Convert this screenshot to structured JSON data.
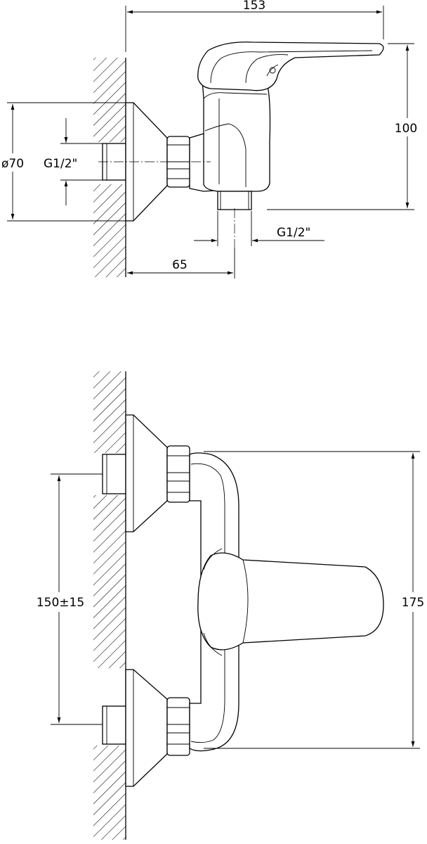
{
  "top_view": {
    "width_label": "153",
    "height_label": "100",
    "diameter_label": "ø70",
    "inlet_thread_label": "G1/2\"",
    "outlet_thread_label": "G1/2\"",
    "depth_label": "65"
  },
  "front_view": {
    "centers_label": "150±15",
    "height_label": "175"
  }
}
